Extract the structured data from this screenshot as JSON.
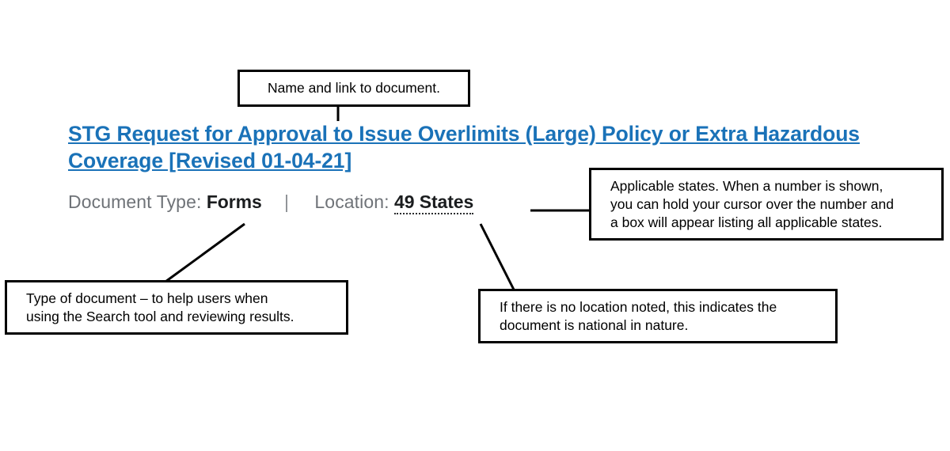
{
  "document_record": {
    "title": "STG Request for Approval to Issue Overlimits (Large) Policy or Extra Hazardous Coverage [Revised 01-04-21]",
    "meta": {
      "doc_type_label": "Document Type:",
      "doc_type_value": "Forms",
      "separator": "|",
      "location_label": "Location:",
      "location_value": "49 States"
    }
  },
  "callouts": {
    "name": {
      "text": "Name and link to document."
    },
    "applicable_states": {
      "text": "Applicable states. When a number is shown,\nyou can hold your cursor over the number and\na box will appear listing all applicable states."
    },
    "document_type": {
      "text": "Type of document – to help users when\nusing the Search tool and reviewing results."
    },
    "no_location": {
      "text": "If there is no location noted, this indicates the\ndocument is national in nature."
    }
  },
  "colors": {
    "title_link": "#1a72b8",
    "meta_label": "#6f7378",
    "meta_value": "#1b1d1f",
    "callout_border": "#000000",
    "page_background": "#ffffff"
  }
}
